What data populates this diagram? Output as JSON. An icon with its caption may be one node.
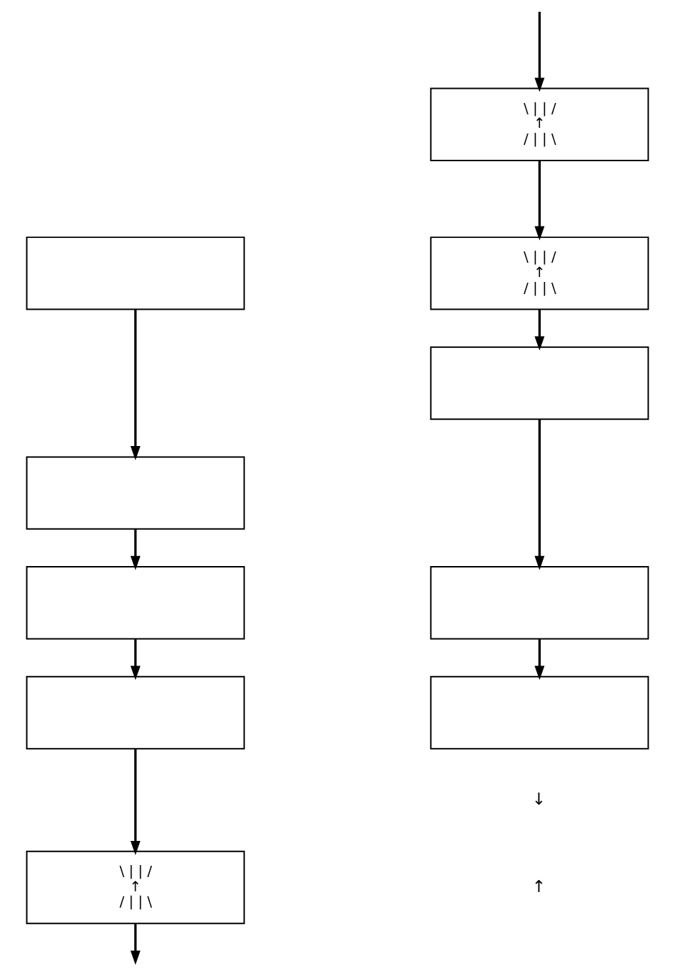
{
  "diagram": {
    "nodes": [
      {
        "text": [],
        "shape": "box"
      },
      {
        "text": [],
        "shape": "box"
      },
      {
        "text": [],
        "shape": "box"
      },
      {
        "text": [],
        "shape": "box"
      },
      {
        "text": [
          "\\ | | /",
          "↑",
          "/ | | \\"
        ]
      },
      {
        "text": [
          "\\ | | /",
          "↑",
          "/ | | \\"
        ]
      },
      {
        "text": [
          "\\ | | /",
          "↑",
          "/ | | \\"
        ]
      },
      {
        "text": [],
        "shape": "box"
      },
      {
        "text": [],
        "shape": "box"
      },
      {
        "text": [],
        "shape": "box"
      }
    ],
    "edges": [
      {
        "from": 0,
        "to": 1,
        "arrow": "to"
      },
      {
        "from": 1,
        "to": 2,
        "arrow": "to"
      },
      {
        "from": 2,
        "to": 3,
        "arrow": "to"
      },
      {
        "from": 3,
        "to": 4,
        "arrow": "to"
      },
      {
        "from": 4,
        "to": null,
        "arrow": "to"
      },
      {
        "from": null,
        "to": 5,
        "arrow": "to"
      },
      {
        "from": 5,
        "to": 6,
        "arrow": "to"
      },
      {
        "from": 6,
        "to": 7,
        "arrow": "to"
      },
      {
        "from": 7,
        "to": 8,
        "arrow": "to"
      },
      {
        "from": 8,
        "to": 9,
        "arrow": "to"
      }
    ],
    "labels": [
      "↓",
      "↑"
    ]
  }
}
